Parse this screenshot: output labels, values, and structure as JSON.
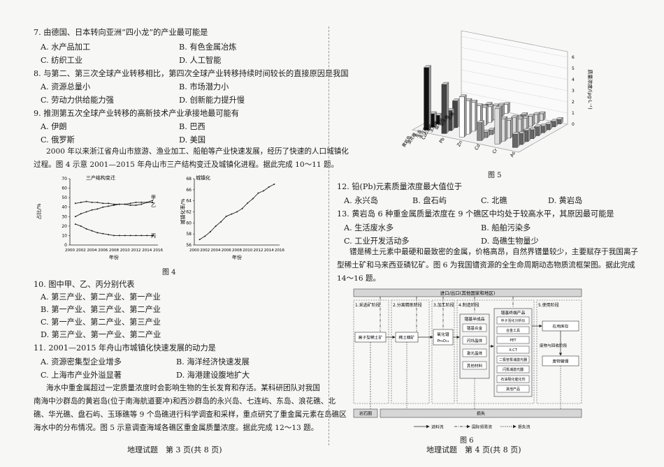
{
  "left": {
    "q7": {
      "stem": "7. 由德国、日本转向亚洲“四小龙”的产业最可能是",
      "options": [
        "A. 水产品加工",
        "B. 有色金属冶炼",
        "C. 纺织工业",
        "D. 人工智能"
      ]
    },
    "q8": {
      "stem": "8. 与第二、第三次全球产业转移相比，第四次全球产业转移持续时间较长的直接原因是我国",
      "options": [
        "A. 资源总量小",
        "B. 市场潜力小",
        "C. 劳动力供给能力强",
        "D. 创新能力提升慢"
      ]
    },
    "q9": {
      "stem": "9. 推测第五次全球产业转移的高新技术产业承接地最可能有",
      "options": [
        "A. 伊朗",
        "B. 巴西",
        "C. 俄罗斯",
        "D. 美国"
      ]
    },
    "intro4": [
      "2000 年以来浙江省舟山市旅游、渔业加工、船舶等产业快速发展，经历了快速的人口城镇化",
      "过程。图 4 示意 2001—2015 年舟山市三产结构变迁及城镇化进程。据此完成 10～11 题。"
    ],
    "fig4_caption": "图 4",
    "q10": {
      "stem": "10. 图中甲、乙、丙分别代表",
      "options": [
        "A. 第三产业、第二产业、第一产业",
        "B. 第一产业、第三产业、第二产业",
        "C. 第一产业、第二产业、第三产业",
        "D. 第三产业、第一产业、第二产业"
      ]
    },
    "q11": {
      "stem": "11. 2001—2015 年舟山市城镇化快速发展的动力是",
      "options": [
        "A. 资源密集型企业增多",
        "B. 海洋经济快速发展",
        "C. 上海市产业外溢显著",
        "D. 海港建设腹地扩大"
      ]
    },
    "intro5": [
      "海水中重金属超过一定质量浓度时会影响生物的生长发育和存活。某科研团队对我国",
      "南海中沙群岛的黄岩岛(位于南海航道要冲)和西沙群岛的永兴岛、七连屿、东岛、浪花礁、北",
      "礁、华光礁、盘石屿、玉琢礁等 9 个岛礁进行科学调查和采样，重点研究了重金属元素在岛礁区",
      "海水中的分布情况。图 5 示意调查海域各礁区重金属质量浓度。据此完成 12～13 题。"
    ],
    "footer": "地理试题　第 3 页(共 8 页)"
  },
  "right": {
    "fig5_caption": "图 5",
    "q12": {
      "stem": "12. 铅(Pb)元素质量浓度最大值位于",
      "options": [
        "A. 永兴岛",
        "B. 盘石屿",
        "C. 北礁",
        "D. 黄岩岛"
      ]
    },
    "q13": {
      "stem": "13. 黄岩岛 6 种重金属质量浓度在 9 个礁区中均处于较高水平，其原因最可能是",
      "options": [
        "A. 生活废水多",
        "B. 船舶污染多",
        "C. 工业开发活动多",
        "D. 岛礁生物量少"
      ]
    },
    "intro6": [
      "镨是稀土元素中最硬和最致密的金属，价格高昂，自然界镨量较少，主要赋存于我国离子",
      "型稀土矿和马来西亚磷钇矿。图 6 为我国镨资源的全生命周期动态物质流框架图。据此完成",
      "14～16 题。"
    ],
    "fig6_caption": "图 6",
    "footer": "地理试题　第 4 页(共 8 页)"
  },
  "fig4": {
    "left_chart": {
      "ylabel": "占比/%",
      "title": "三产结构变迁",
      "xlabel": "年份",
      "yticks": [
        "0",
        "10",
        "20",
        "30",
        "40",
        "50",
        "60",
        "70"
      ],
      "xticks": [
        "2000",
        "2002",
        "2004",
        "2006",
        "2008",
        "2010",
        "2012",
        "2014",
        "2016"
      ],
      "series_labels": [
        "甲",
        "乙",
        "丙"
      ]
    },
    "right_chart": {
      "ylabel": "城镇化率/%",
      "title": "城镇化",
      "xlabel": "年份",
      "yticks": [
        "56",
        "58",
        "60",
        "62",
        "64",
        "66",
        "68"
      ],
      "xticks": [
        "2000",
        "2002",
        "2004",
        "2006",
        "2008",
        "2010",
        "2012",
        "2014",
        "2016"
      ]
    }
  },
  "fig5": {
    "zlabel": "质量浓度/(μg·L⁻¹)",
    "zticks": [
      "0",
      "1",
      "2",
      "3",
      "4",
      "5",
      "6"
    ],
    "sites": [
      "黄岩岛",
      "浪花礁",
      "东岛",
      "永兴岛",
      "七连屿",
      "玉琢礁",
      "盘石屿",
      "华光礁",
      "北礁"
    ],
    "elements": [
      "Cu",
      "Pb",
      "Zn",
      "Cd",
      "Cr",
      "As"
    ]
  },
  "fig6": {
    "top_bar": "进口/出口(其他国家和地区)",
    "bottom_left": "岩石圈",
    "bottom_bar": "损失",
    "stages": [
      "1.采选矿阶段",
      "2.分离精炼阶段",
      "3.加工阶段",
      "4.制造阶段",
      "5.使用阶段"
    ],
    "boxes": {
      "ion_ore": "离子型稀土矿",
      "rare_concentrate": "稀土精矿",
      "oxide_label": "氧化镨",
      "oxide_formula": "Pr₆O₁₁",
      "semi_title": "镨基半成品",
      "semi_items": [
        "镨基合金",
        "闪烁晶体",
        "激光晶体",
        "其他材料"
      ],
      "final_title": "镨基终端产品",
      "final_items": [
        "中子活化分析仪",
        "合金工具",
        "PET",
        "X-CT",
        "二极管泵浦激光器",
        "闪泵浦激光器",
        "石油裂化催化剂",
        "其他产品"
      ],
      "in_use": "在用库存",
      "recycle": "废物与回收阶段",
      "waste": "废物管理"
    },
    "legend": [
      "进料流",
      "国际贸易流",
      "损失流"
    ]
  }
}
